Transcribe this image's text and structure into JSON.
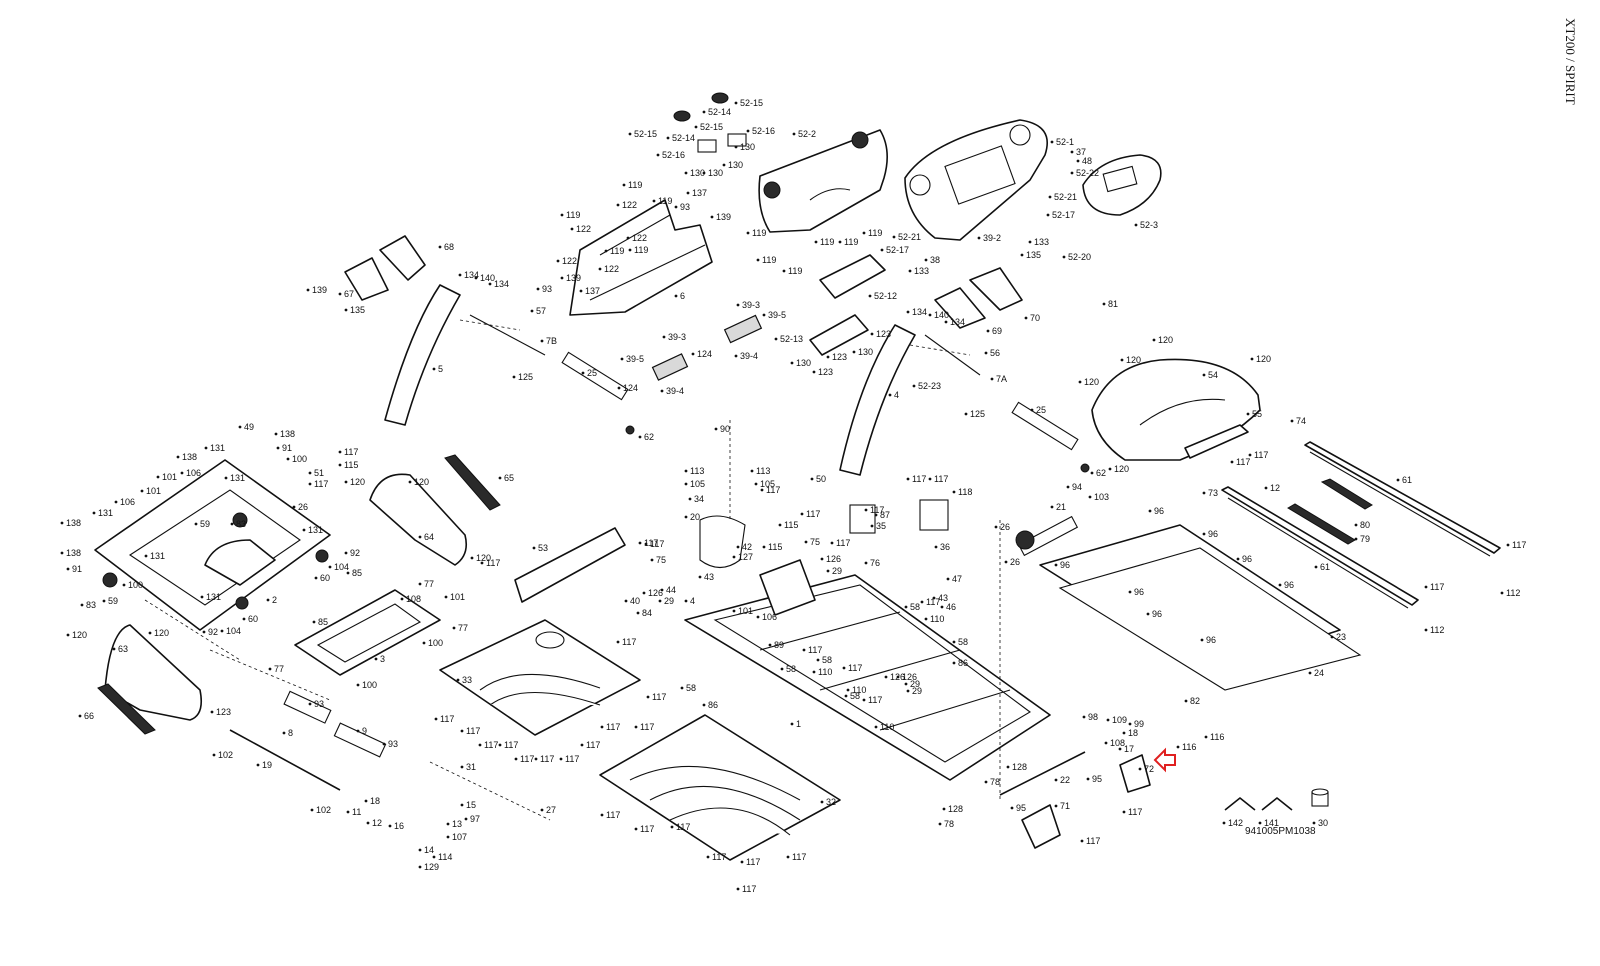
{
  "diagram": {
    "title": "XT200 / SPIRIT",
    "drawing_code": "941005PM1038",
    "highlight_color": "#e02020",
    "highlighted_part": "72",
    "callouts": [
      {
        "id": "c1",
        "text": "52-15"
      },
      {
        "id": "c2",
        "text": "52-14"
      },
      {
        "id": "c3",
        "text": "52-15"
      },
      {
        "id": "c4",
        "text": "52-15"
      },
      {
        "id": "c5",
        "text": "52-14"
      },
      {
        "id": "c6",
        "text": "52-16"
      },
      {
        "id": "c7",
        "text": "52-16"
      },
      {
        "id": "c8",
        "text": "130"
      },
      {
        "id": "c9",
        "text": "130"
      },
      {
        "id": "c10",
        "text": "130"
      },
      {
        "id": "c11",
        "text": "130"
      },
      {
        "id": "c12",
        "text": "52-2"
      },
      {
        "id": "c13",
        "text": "52-1"
      },
      {
        "id": "c14",
        "text": "37"
      },
      {
        "id": "c15",
        "text": "48"
      },
      {
        "id": "c16",
        "text": "52-22"
      },
      {
        "id": "c17",
        "text": "52-21"
      },
      {
        "id": "c18",
        "text": "52-17"
      },
      {
        "id": "c19",
        "text": "52-21"
      },
      {
        "id": "c20",
        "text": "52-17"
      },
      {
        "id": "c21",
        "text": "52-3"
      },
      {
        "id": "c22",
        "text": "39-2"
      },
      {
        "id": "c23",
        "text": "133"
      },
      {
        "id": "c24",
        "text": "133"
      },
      {
        "id": "c25",
        "text": "38"
      },
      {
        "id": "c26",
        "text": "119"
      },
      {
        "id": "c27",
        "text": "119"
      },
      {
        "id": "c28",
        "text": "119"
      },
      {
        "id": "c29",
        "text": "119"
      },
      {
        "id": "c30",
        "text": "119"
      },
      {
        "id": "c31",
        "text": "119"
      },
      {
        "id": "c32",
        "text": "122"
      },
      {
        "id": "c33",
        "text": "119"
      },
      {
        "id": "c34",
        "text": "137"
      },
      {
        "id": "c35",
        "text": "93"
      },
      {
        "id": "c36",
        "text": "139"
      },
      {
        "id": "c37",
        "text": "122"
      },
      {
        "id": "c38",
        "text": "119"
      },
      {
        "id": "c39",
        "text": "119"
      },
      {
        "id": "c40",
        "text": "122"
      },
      {
        "id": "c41",
        "text": "119"
      },
      {
        "id": "c42",
        "text": "122"
      },
      {
        "id": "c43",
        "text": "119"
      },
      {
        "id": "c44",
        "text": "122"
      },
      {
        "id": "c45",
        "text": "139"
      },
      {
        "id": "c46",
        "text": "93"
      },
      {
        "id": "c47",
        "text": "137"
      },
      {
        "id": "c48",
        "text": "6"
      },
      {
        "id": "c49",
        "text": "68"
      },
      {
        "id": "c50",
        "text": "139"
      },
      {
        "id": "c51",
        "text": "67"
      },
      {
        "id": "c52",
        "text": "135"
      },
      {
        "id": "c53",
        "text": "134"
      },
      {
        "id": "c54",
        "text": "140"
      },
      {
        "id": "c55",
        "text": "134"
      },
      {
        "id": "c56",
        "text": "57"
      },
      {
        "id": "c57",
        "text": "7B"
      },
      {
        "id": "c58",
        "text": "125"
      },
      {
        "id": "c59",
        "text": "5"
      },
      {
        "id": "c60",
        "text": "25"
      },
      {
        "id": "c61",
        "text": "62"
      },
      {
        "id": "c62",
        "text": "39-3"
      },
      {
        "id": "c63",
        "text": "39-5"
      },
      {
        "id": "c64",
        "text": "39-3"
      },
      {
        "id": "c65",
        "text": "39-5"
      },
      {
        "id": "c66",
        "text": "124"
      },
      {
        "id": "c67",
        "text": "39-4"
      },
      {
        "id": "c68",
        "text": "124"
      },
      {
        "id": "c69",
        "text": "39-4"
      },
      {
        "id": "c70",
        "text": "52-12"
      },
      {
        "id": "c71",
        "text": "52-13"
      },
      {
        "id": "c72",
        "text": "123"
      },
      {
        "id": "c73",
        "text": "130"
      },
      {
        "id": "c74",
        "text": "123"
      },
      {
        "id": "c75",
        "text": "130"
      },
      {
        "id": "c76",
        "text": "123"
      },
      {
        "id": "c77",
        "text": "135"
      },
      {
        "id": "c78",
        "text": "69"
      },
      {
        "id": "c79",
        "text": "70"
      },
      {
        "id": "c80",
        "text": "134"
      },
      {
        "id": "c81",
        "text": "140"
      },
      {
        "id": "c82",
        "text": "134"
      },
      {
        "id": "c83",
        "text": "56"
      },
      {
        "id": "c84",
        "text": "52-23"
      },
      {
        "id": "c85",
        "text": "7A"
      },
      {
        "id": "c86",
        "text": "125"
      },
      {
        "id": "c87",
        "text": "4"
      },
      {
        "id": "c88",
        "text": "25"
      },
      {
        "id": "c89",
        "text": "62"
      },
      {
        "id": "c90",
        "text": "50"
      },
      {
        "id": "c91",
        "text": "52-20"
      },
      {
        "id": "c92",
        "text": "81"
      },
      {
        "id": "c93",
        "text": "120"
      },
      {
        "id": "c94",
        "text": "120"
      },
      {
        "id": "c95",
        "text": "120"
      },
      {
        "id": "c96",
        "text": "120"
      },
      {
        "id": "c97",
        "text": "54"
      },
      {
        "id": "c98",
        "text": "120"
      },
      {
        "id": "c99",
        "text": "55"
      },
      {
        "id": "c100",
        "text": "74"
      },
      {
        "id": "c101",
        "text": "117"
      },
      {
        "id": "c102",
        "text": "117"
      },
      {
        "id": "c103",
        "text": "12"
      },
      {
        "id": "c104",
        "text": "73"
      },
      {
        "id": "c105",
        "text": "61"
      },
      {
        "id": "c106",
        "text": "80"
      },
      {
        "id": "c107",
        "text": "79"
      },
      {
        "id": "c108",
        "text": "61"
      },
      {
        "id": "c109",
        "text": "117"
      },
      {
        "id": "c110",
        "text": "112"
      },
      {
        "id": "c111",
        "text": "117"
      },
      {
        "id": "c112",
        "text": "112"
      },
      {
        "id": "c113",
        "text": "96"
      },
      {
        "id": "c114",
        "text": "96"
      },
      {
        "id": "c115",
        "text": "96"
      },
      {
        "id": "c116",
        "text": "96"
      },
      {
        "id": "c117",
        "text": "96"
      },
      {
        "id": "c118",
        "text": "96"
      },
      {
        "id": "c119",
        "text": "96"
      },
      {
        "id": "c120",
        "text": "96"
      },
      {
        "id": "c121",
        "text": "23"
      },
      {
        "id": "c122",
        "text": "24"
      },
      {
        "id": "c123",
        "text": "21"
      },
      {
        "id": "c124",
        "text": "94"
      },
      {
        "id": "c125",
        "text": "103"
      },
      {
        "id": "c126",
        "text": "26"
      },
      {
        "id": "c127",
        "text": "26"
      },
      {
        "id": "c128",
        "text": "49"
      },
      {
        "id": "c129",
        "text": "138"
      },
      {
        "id": "c130",
        "text": "131"
      },
      {
        "id": "c131",
        "text": "91"
      },
      {
        "id": "c132",
        "text": "100"
      },
      {
        "id": "c133",
        "text": "117"
      },
      {
        "id": "c134",
        "text": "115"
      },
      {
        "id": "c135",
        "text": "51"
      },
      {
        "id": "c136",
        "text": "117"
      },
      {
        "id": "c137",
        "text": "138"
      },
      {
        "id": "c138",
        "text": "131"
      },
      {
        "id": "c139",
        "text": "106"
      },
      {
        "id": "c140",
        "text": "101"
      },
      {
        "id": "c141",
        "text": "101"
      },
      {
        "id": "c142",
        "text": "106"
      },
      {
        "id": "c143",
        "text": "138"
      },
      {
        "id": "c144",
        "text": "131"
      },
      {
        "id": "c145",
        "text": "59"
      },
      {
        "id": "c146",
        "text": "83"
      },
      {
        "id": "c147",
        "text": "26"
      },
      {
        "id": "c148",
        "text": "131"
      },
      {
        "id": "c149",
        "text": "138"
      },
      {
        "id": "c150",
        "text": "131"
      },
      {
        "id": "c151",
        "text": "92"
      },
      {
        "id": "c152",
        "text": "104"
      },
      {
        "id": "c153",
        "text": "60"
      },
      {
        "id": "c154",
        "text": "91"
      },
      {
        "id": "c155",
        "text": "100"
      },
      {
        "id": "c156",
        "text": "83"
      },
      {
        "id": "c157",
        "text": "59"
      },
      {
        "id": "c158",
        "text": "131"
      },
      {
        "id": "c159",
        "text": "2"
      },
      {
        "id": "c160",
        "text": "92"
      },
      {
        "id": "c161",
        "text": "104"
      },
      {
        "id": "c162",
        "text": "60"
      },
      {
        "id": "c163",
        "text": "120"
      },
      {
        "id": "c164",
        "text": "120"
      },
      {
        "id": "c165",
        "text": "64"
      },
      {
        "id": "c166",
        "text": "120"
      },
      {
        "id": "c167",
        "text": "65"
      },
      {
        "id": "c168",
        "text": "85"
      },
      {
        "id": "c169",
        "text": "77"
      },
      {
        "id": "c170",
        "text": "108"
      },
      {
        "id": "c171",
        "text": "101"
      },
      {
        "id": "c172",
        "text": "77"
      },
      {
        "id": "c173",
        "text": "85"
      },
      {
        "id": "c174",
        "text": "3"
      },
      {
        "id": "c175",
        "text": "100"
      },
      {
        "id": "c176",
        "text": "77"
      },
      {
        "id": "c177",
        "text": "100"
      },
      {
        "id": "c178",
        "text": "120"
      },
      {
        "id": "c179",
        "text": "120"
      },
      {
        "id": "c180",
        "text": "63"
      },
      {
        "id": "c181",
        "text": "66"
      },
      {
        "id": "c182",
        "text": "123"
      },
      {
        "id": "c183",
        "text": "93"
      },
      {
        "id": "c184",
        "text": "8"
      },
      {
        "id": "c185",
        "text": "9"
      },
      {
        "id": "c186",
        "text": "93"
      },
      {
        "id": "c187",
        "text": "102"
      },
      {
        "id": "c188",
        "text": "19"
      },
      {
        "id": "c189",
        "text": "102"
      },
      {
        "id": "c190",
        "text": "31"
      },
      {
        "id": "c191",
        "text": "27"
      },
      {
        "id": "c192",
        "text": "18"
      },
      {
        "id": "c193",
        "text": "11"
      },
      {
        "id": "c194",
        "text": "12"
      },
      {
        "id": "c195",
        "text": "16"
      },
      {
        "id": "c196",
        "text": "15"
      },
      {
        "id": "c197",
        "text": "97"
      },
      {
        "id": "c198",
        "text": "13"
      },
      {
        "id": "c199",
        "text": "107"
      },
      {
        "id": "c200",
        "text": "14"
      },
      {
        "id": "c201",
        "text": "114"
      },
      {
        "id": "c202",
        "text": "129"
      },
      {
        "id": "c203",
        "text": "117"
      },
      {
        "id": "c204",
        "text": "53"
      },
      {
        "id": "c205",
        "text": "117"
      },
      {
        "id": "c206",
        "text": "90"
      },
      {
        "id": "c207",
        "text": "113"
      },
      {
        "id": "c208",
        "text": "113"
      },
      {
        "id": "c209",
        "text": "105"
      },
      {
        "id": "c210",
        "text": "105"
      },
      {
        "id": "c211",
        "text": "117"
      },
      {
        "id": "c212",
        "text": "34"
      },
      {
        "id": "c213",
        "text": "20"
      },
      {
        "id": "c214",
        "text": "115"
      },
      {
        "id": "c215",
        "text": "117"
      },
      {
        "id": "c216",
        "text": "75"
      },
      {
        "id": "c217",
        "text": "87"
      },
      {
        "id": "c218",
        "text": "117"
      },
      {
        "id": "c219",
        "text": "35"
      },
      {
        "id": "c220",
        "text": "117"
      },
      {
        "id": "c221",
        "text": "42"
      },
      {
        "id": "c222",
        "text": "115"
      },
      {
        "id": "c223",
        "text": "127"
      },
      {
        "id": "c224",
        "text": "126"
      },
      {
        "id": "c225",
        "text": "29"
      },
      {
        "id": "c226",
        "text": "76"
      },
      {
        "id": "c227",
        "text": "117"
      },
      {
        "id": "c228",
        "text": "117"
      },
      {
        "id": "c229",
        "text": "118"
      },
      {
        "id": "c230",
        "text": "36"
      },
      {
        "id": "c231",
        "text": "47"
      },
      {
        "id": "c232",
        "text": "43"
      },
      {
        "id": "c233",
        "text": "46"
      },
      {
        "id": "c234",
        "text": "117"
      },
      {
        "id": "c235",
        "text": "75"
      },
      {
        "id": "c236",
        "text": "44"
      },
      {
        "id": "c237",
        "text": "43"
      },
      {
        "id": "c238",
        "text": "4"
      },
      {
        "id": "c239",
        "text": "126"
      },
      {
        "id": "c240",
        "text": "29"
      },
      {
        "id": "c241",
        "text": "84"
      },
      {
        "id": "c242",
        "text": "117"
      },
      {
        "id": "c243",
        "text": "40"
      },
      {
        "id": "c244",
        "text": "101"
      },
      {
        "id": "c245",
        "text": "106"
      },
      {
        "id": "c246",
        "text": "89"
      },
      {
        "id": "c247",
        "text": "58"
      },
      {
        "id": "c248",
        "text": "86"
      },
      {
        "id": "c249",
        "text": "58"
      },
      {
        "id": "c250",
        "text": "117"
      },
      {
        "id": "c251",
        "text": "110"
      },
      {
        "id": "c252",
        "text": "58"
      },
      {
        "id": "c253",
        "text": "117"
      },
      {
        "id": "c254",
        "text": "110"
      },
      {
        "id": "c255",
        "text": "58"
      },
      {
        "id": "c256",
        "text": "117"
      },
      {
        "id": "c257",
        "text": "110"
      },
      {
        "id": "c258",
        "text": "126"
      },
      {
        "id": "c259",
        "text": "29"
      },
      {
        "id": "c260",
        "text": "58"
      },
      {
        "id": "c261",
        "text": "117"
      },
      {
        "id": "c262",
        "text": "110"
      },
      {
        "id": "c263",
        "text": "58"
      },
      {
        "id": "c264",
        "text": "86"
      },
      {
        "id": "c265",
        "text": "126"
      },
      {
        "id": "c266",
        "text": "29"
      },
      {
        "id": "c267",
        "text": "1"
      },
      {
        "id": "c268",
        "text": "128"
      },
      {
        "id": "c269",
        "text": "78"
      },
      {
        "id": "c270",
        "text": "128"
      },
      {
        "id": "c271",
        "text": "78"
      },
      {
        "id": "c272",
        "text": "22"
      },
      {
        "id": "c273",
        "text": "95"
      },
      {
        "id": "c274",
        "text": "95"
      },
      {
        "id": "c275",
        "text": "98"
      },
      {
        "id": "c276",
        "text": "109"
      },
      {
        "id": "c277",
        "text": "99"
      },
      {
        "id": "c278",
        "text": "18"
      },
      {
        "id": "c279",
        "text": "108"
      },
      {
        "id": "c280",
        "text": "17"
      },
      {
        "id": "c281",
        "text": "82"
      },
      {
        "id": "c282",
        "text": "116"
      },
      {
        "id": "c283",
        "text": "116"
      },
      {
        "id": "c284",
        "text": "72"
      },
      {
        "id": "c285",
        "text": "117"
      },
      {
        "id": "c286",
        "text": "71"
      },
      {
        "id": "c287",
        "text": "117"
      },
      {
        "id": "c288",
        "text": "33"
      },
      {
        "id": "c289",
        "text": "117"
      },
      {
        "id": "c290",
        "text": "117"
      },
      {
        "id": "c291",
        "text": "117"
      },
      {
        "id": "c292",
        "text": "117"
      },
      {
        "id": "c293",
        "text": "117"
      },
      {
        "id": "c294",
        "text": "117"
      },
      {
        "id": "c295",
        "text": "117"
      },
      {
        "id": "c296",
        "text": "117"
      },
      {
        "id": "c297",
        "text": "117"
      },
      {
        "id": "c298",
        "text": "117"
      },
      {
        "id": "c299",
        "text": "117"
      },
      {
        "id": "c300",
        "text": "32"
      },
      {
        "id": "c301",
        "text": "117"
      },
      {
        "id": "c302",
        "text": "117"
      },
      {
        "id": "c303",
        "text": "117"
      },
      {
        "id": "c304",
        "text": "117"
      },
      {
        "id": "c305",
        "text": "117"
      },
      {
        "id": "c306",
        "text": "117"
      },
      {
        "id": "c307",
        "text": "117"
      },
      {
        "id": "c308",
        "text": "142"
      },
      {
        "id": "c309",
        "text": "141"
      },
      {
        "id": "c310",
        "text": "30"
      }
    ]
  }
}
